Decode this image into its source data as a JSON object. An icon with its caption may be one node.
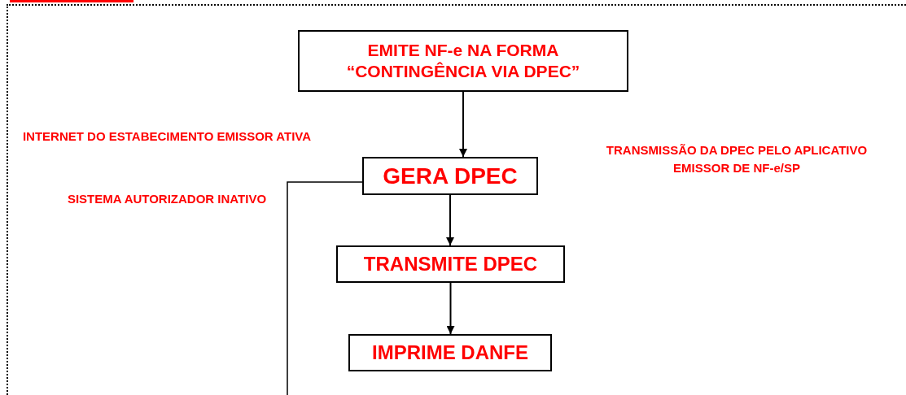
{
  "diagram": {
    "nodes": [
      {
        "text": [
          "EMITE NF-e NA FORMA “CONTINGÊNCIA VIA DPEC”"
        ]
      },
      {
        "text": [
          "GERA DPEC"
        ]
      },
      {
        "text": [
          "TRANSMITE DPEC"
        ]
      },
      {
        "text": [
          "IMPRIME DANFE"
        ]
      }
    ],
    "edges": [
      {
        "from": 0,
        "to": 1,
        "arrow": "to"
      },
      {
        "from": 1,
        "to": 2,
        "arrow": "to"
      },
      {
        "from": 2,
        "to": 3,
        "arrow": "to"
      },
      {
        "from": 1,
        "to": null,
        "arrow": "none"
      }
    ],
    "labels": [
      "INTERNET DO ESTABECIMENTO EMISSOR ATIVA",
      "SISTEMA AUTORIZADOR INATIVO",
      "TRANSMISSÃO DA DPEC PELO APLICATIVO EMISSOR DE NF-e/SP"
    ]
  }
}
